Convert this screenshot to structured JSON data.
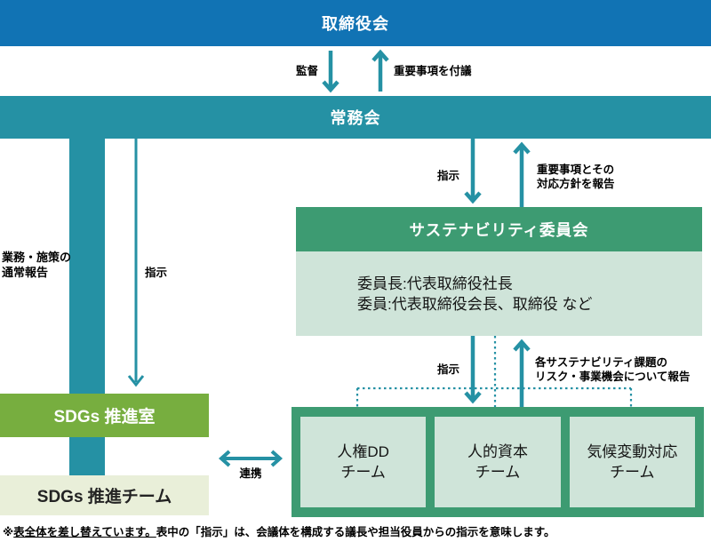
{
  "colors": {
    "board_blue": "#1173b4",
    "teal": "#2591a4",
    "committee_green": "#3d9b72",
    "light_green": "#cfe4d9",
    "sdgs_green": "#77ae3f",
    "sdgs_light_green": "#e9efd9"
  },
  "nodes": {
    "board": {
      "label": "取締役会"
    },
    "executive": {
      "label": "常務会"
    },
    "committee": {
      "title": "サステナビリティ委員会",
      "members": [
        "委員長:代表取締役社長",
        "委員:代表取締役会長、取締役 など"
      ]
    },
    "sdgs_office": {
      "label": "SDGs 推進室"
    },
    "sdgs_team": {
      "label": "SDGs 推進チーム"
    },
    "teams": [
      {
        "l1": "人権DD",
        "l2": "チーム"
      },
      {
        "l1": "人的資本",
        "l2": "チーム"
      },
      {
        "l1": "気候変動対応",
        "l2": "チーム"
      }
    ]
  },
  "labels": {
    "supervise": "監督",
    "refer_important": "重要事項を付議",
    "instruct_top": "指示",
    "report_policy_l1": "重要事項とその",
    "report_policy_l2": "対応方針を報告",
    "regular_report_l1": "業務・施策の",
    "regular_report_l2": "通常報告",
    "instruct_left": "指示",
    "instruct_mid": "指示",
    "report_risk_l1": "各サステナビリティ課題の",
    "report_risk_l2": "リスク・事業機会について報告",
    "collaboration": "連携"
  },
  "footer": {
    "marker": "※",
    "underlined": "表全体を差し替えています。",
    "rest": "表中の「指示」は、会議体を構成する議長や担当役員からの指示を意味します。"
  }
}
